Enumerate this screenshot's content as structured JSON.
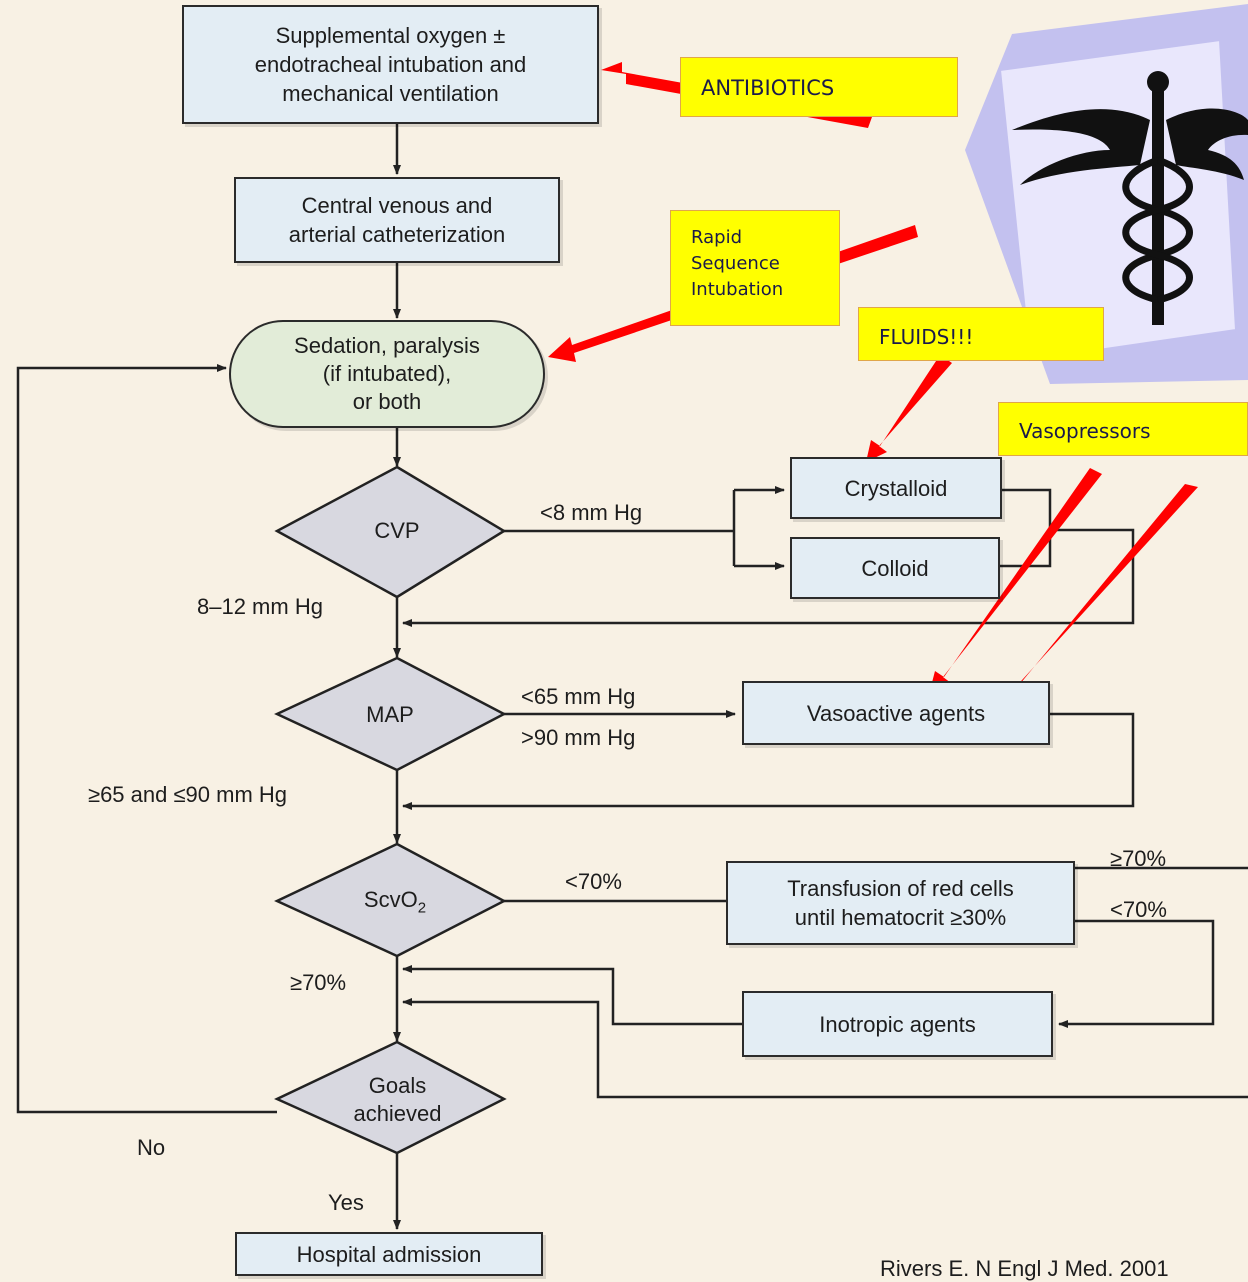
{
  "flow": {
    "oxygen": [
      "Supplemental oxygen ±",
      "endotracheal intubation and",
      "mechanical ventilation"
    ],
    "catheter": [
      "Central venous and",
      "arterial catheterization"
    ],
    "sedation": [
      "Sedation, paralysis",
      "(if intubated),",
      "or both"
    ],
    "cvp": "CVP",
    "crystalloid": "Crystalloid",
    "colloid": "Colloid",
    "cvp_low": "<8 mm Hg",
    "cvp_ok": "8–12 mm Hg",
    "map": "MAP",
    "map_low": "<65 mm Hg",
    "map_high": ">90 mm Hg",
    "vasoactive": "Vasoactive agents",
    "map_ok": "≥65 and ≤90 mm Hg",
    "scvo2": "ScvO",
    "scvo2_sub": "2",
    "scvo2_low": "<70%",
    "transfusion": [
      "Transfusion of red cells",
      "until hematocrit ≥30%"
    ],
    "transfusion_ok": "≥70%",
    "transfusion_low": "<70%",
    "scvo2_ok": "≥70%",
    "inotropic": "Inotropic agents",
    "goals": [
      "Goals",
      "achieved"
    ],
    "no": "No",
    "yes": "Yes",
    "admission": "Hospital admission"
  },
  "notes": {
    "antibiotics": "ANTIBIOTICS",
    "rsi": [
      "Rapid",
      "Sequence",
      "Intubation"
    ],
    "fluids": "FLUIDS!!!",
    "vasopressors": "Vasopressors"
  },
  "citation": "Rivers E. N Engl J Med. 2001",
  "colors": {
    "background": "#f8f1e4",
    "box_fill": "#e3edf4",
    "oval_fill": "#e2ecd8",
    "diamond_fill": "#d8d8e0",
    "note_fill": "#ffff00",
    "arrow_red": "#ff0000",
    "logo_bg": "#c8c6f0"
  },
  "icons": {
    "logo": "caduceus-icon"
  }
}
